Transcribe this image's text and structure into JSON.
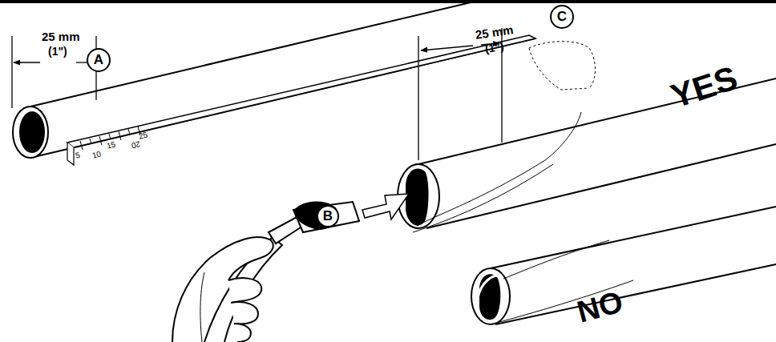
{
  "diagram": {
    "nodes": [
      {
        "text": [
          "A"
        ]
      },
      {
        "text": [
          "B"
        ]
      },
      {
        "text": [
          "C"
        ]
      }
    ],
    "labels": [
      "25 mm",
      "(1\")",
      "5",
      "10",
      "15",
      "20",
      "25",
      "25 mm",
      "(1\")",
      "YES",
      "NO"
    ]
  }
}
